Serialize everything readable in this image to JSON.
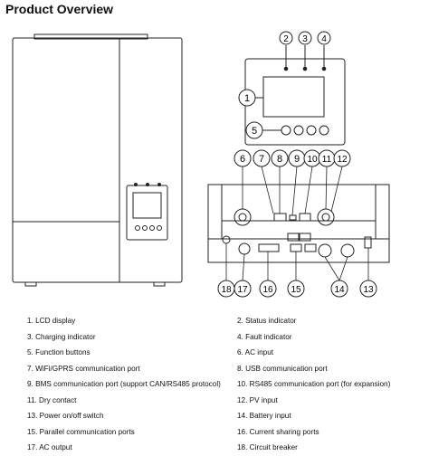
{
  "title": "Product Overview",
  "callouts": [
    "1",
    "2",
    "3",
    "4",
    "5",
    "6",
    "7",
    "8",
    "9",
    "10",
    "11",
    "12",
    "13",
    "14",
    "15",
    "16",
    "17",
    "18"
  ],
  "legend": [
    [
      "1. LCD display",
      "2. Status indicator"
    ],
    [
      "3. Charging indicator",
      "4. Fault indicator"
    ],
    [
      "5. Function buttons",
      "6. AC input"
    ],
    [
      "7. WiFi/GPRS communication port",
      "8. USB communication port"
    ],
    [
      "9. BMS communication port (support CAN/RS485 protocol)",
      "10. RS485 communication port (for expansion)"
    ],
    [
      "11. Dry contact",
      "12. PV input"
    ],
    [
      "13. Power on/off switch",
      "14. Battery input"
    ],
    [
      "15. Parallel communication ports",
      "16. Current sharing ports"
    ],
    [
      "17. AC output",
      "18. Circuit breaker"
    ]
  ]
}
